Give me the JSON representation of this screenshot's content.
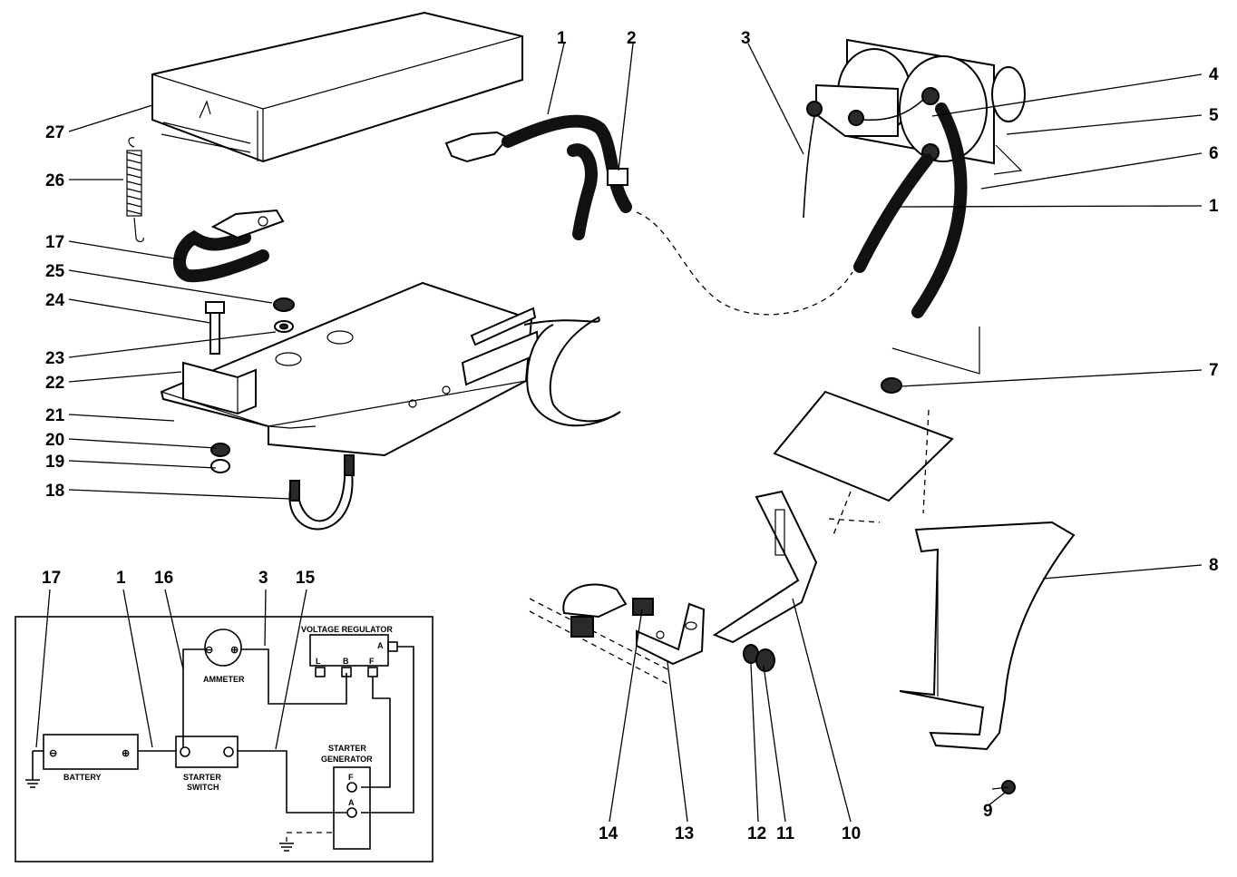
{
  "callouts": {
    "c1a": "1",
    "c2": "2",
    "c3": "3",
    "c4": "4",
    "c5": "5",
    "c6": "6",
    "c1b": "1",
    "c7": "7",
    "c8": "8",
    "c9": "9",
    "c10": "10",
    "c11": "11",
    "c12": "12",
    "c13": "13",
    "c14": "14",
    "c27": "27",
    "c26": "26",
    "c17": "17",
    "c25": "25",
    "c24": "24",
    "c23": "23",
    "c22": "22",
    "c21": "21",
    "c20": "20",
    "c19": "19",
    "c18": "18"
  },
  "schematic": {
    "top_numbers": {
      "n17": "17",
      "n1": "1",
      "n16": "16",
      "n3": "3",
      "n15": "15"
    },
    "voltage_regulator": "VOLTAGE REGULATOR",
    "ammeter": "AMMETER",
    "battery": "BATTERY",
    "starter_switch_l1": "STARTER",
    "starter_switch_l2": "SWITCH",
    "starter_generator_l1": "STARTER",
    "starter_generator_l2": "GENERATOR",
    "terminals": {
      "L": "L",
      "B": "B",
      "F": "F",
      "A": "A",
      "gen_F": "F",
      "gen_A": "A"
    },
    "minus": "⊖",
    "plus": "⊕"
  }
}
